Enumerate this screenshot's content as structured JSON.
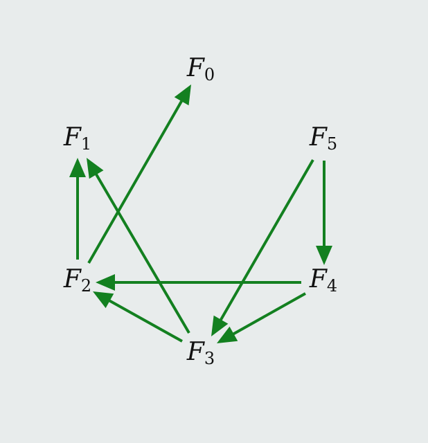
{
  "colors": {
    "background": "#e8ecec",
    "edge": "#138020",
    "text": "#111111"
  },
  "nodes": [
    {
      "id": "F0",
      "letter": "F",
      "sub": "0"
    },
    {
      "id": "F1",
      "letter": "F",
      "sub": "1"
    },
    {
      "id": "F2",
      "letter": "F",
      "sub": "2"
    },
    {
      "id": "F3",
      "letter": "F",
      "sub": "3"
    },
    {
      "id": "F4",
      "letter": "F",
      "sub": "4"
    },
    {
      "id": "F5",
      "letter": "F",
      "sub": "5"
    }
  ],
  "edges": [
    {
      "from": "F2",
      "to": "F0"
    },
    {
      "from": "F2",
      "to": "F1"
    },
    {
      "from": "F3",
      "to": "F1"
    },
    {
      "from": "F4",
      "to": "F2"
    },
    {
      "from": "F3",
      "to": "F2"
    },
    {
      "from": "F5",
      "to": "F4"
    },
    {
      "from": "F5",
      "to": "F3"
    },
    {
      "from": "F4",
      "to": "F3"
    }
  ]
}
